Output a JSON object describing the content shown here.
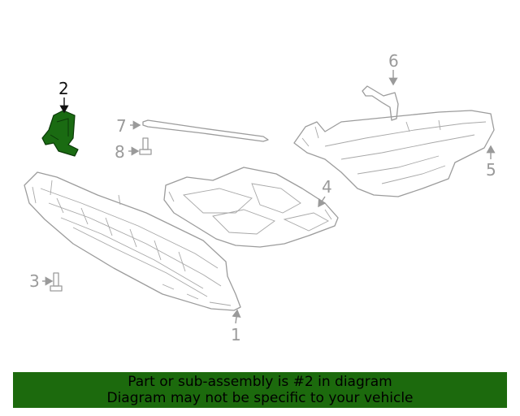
{
  "diagram": {
    "callouts": [
      {
        "number": "1",
        "highlighted": false
      },
      {
        "number": "2",
        "highlighted": true
      },
      {
        "number": "3",
        "highlighted": false
      },
      {
        "number": "4",
        "highlighted": false
      },
      {
        "number": "5",
        "highlighted": false
      },
      {
        "number": "6",
        "highlighted": false
      },
      {
        "number": "7",
        "highlighted": false
      },
      {
        "number": "8",
        "highlighted": false
      }
    ],
    "highlight_color": "#1a6b12"
  },
  "banner": {
    "line1": "Part or sub-assembly is #2 in diagram",
    "line2": "Diagram may not be specific to your vehicle",
    "background_color": "#1c6a0d"
  }
}
